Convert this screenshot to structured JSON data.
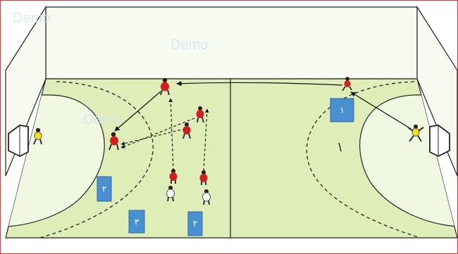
{
  "watermark": {
    "text": "Demo"
  },
  "labels": {
    "box1": "١",
    "box2_left": "٢",
    "box3": "٣",
    "box2_center": "٢"
  },
  "colors": {
    "court": "#dfeeb8",
    "goal_area": "#f1f8e2",
    "wall": "#f7fbef",
    "line": "#222222",
    "label_box": "#4a8fd0",
    "frame": "#d03a3a",
    "attacker": "#d01f1f",
    "defender": "#ffffff",
    "goalkeeper": "#f2df21"
  },
  "icons": [
    "handball-goal-icon",
    "player-icon",
    "goalkeeper-icon",
    "movement-arrow-icon",
    "pass-arrow-icon"
  ]
}
